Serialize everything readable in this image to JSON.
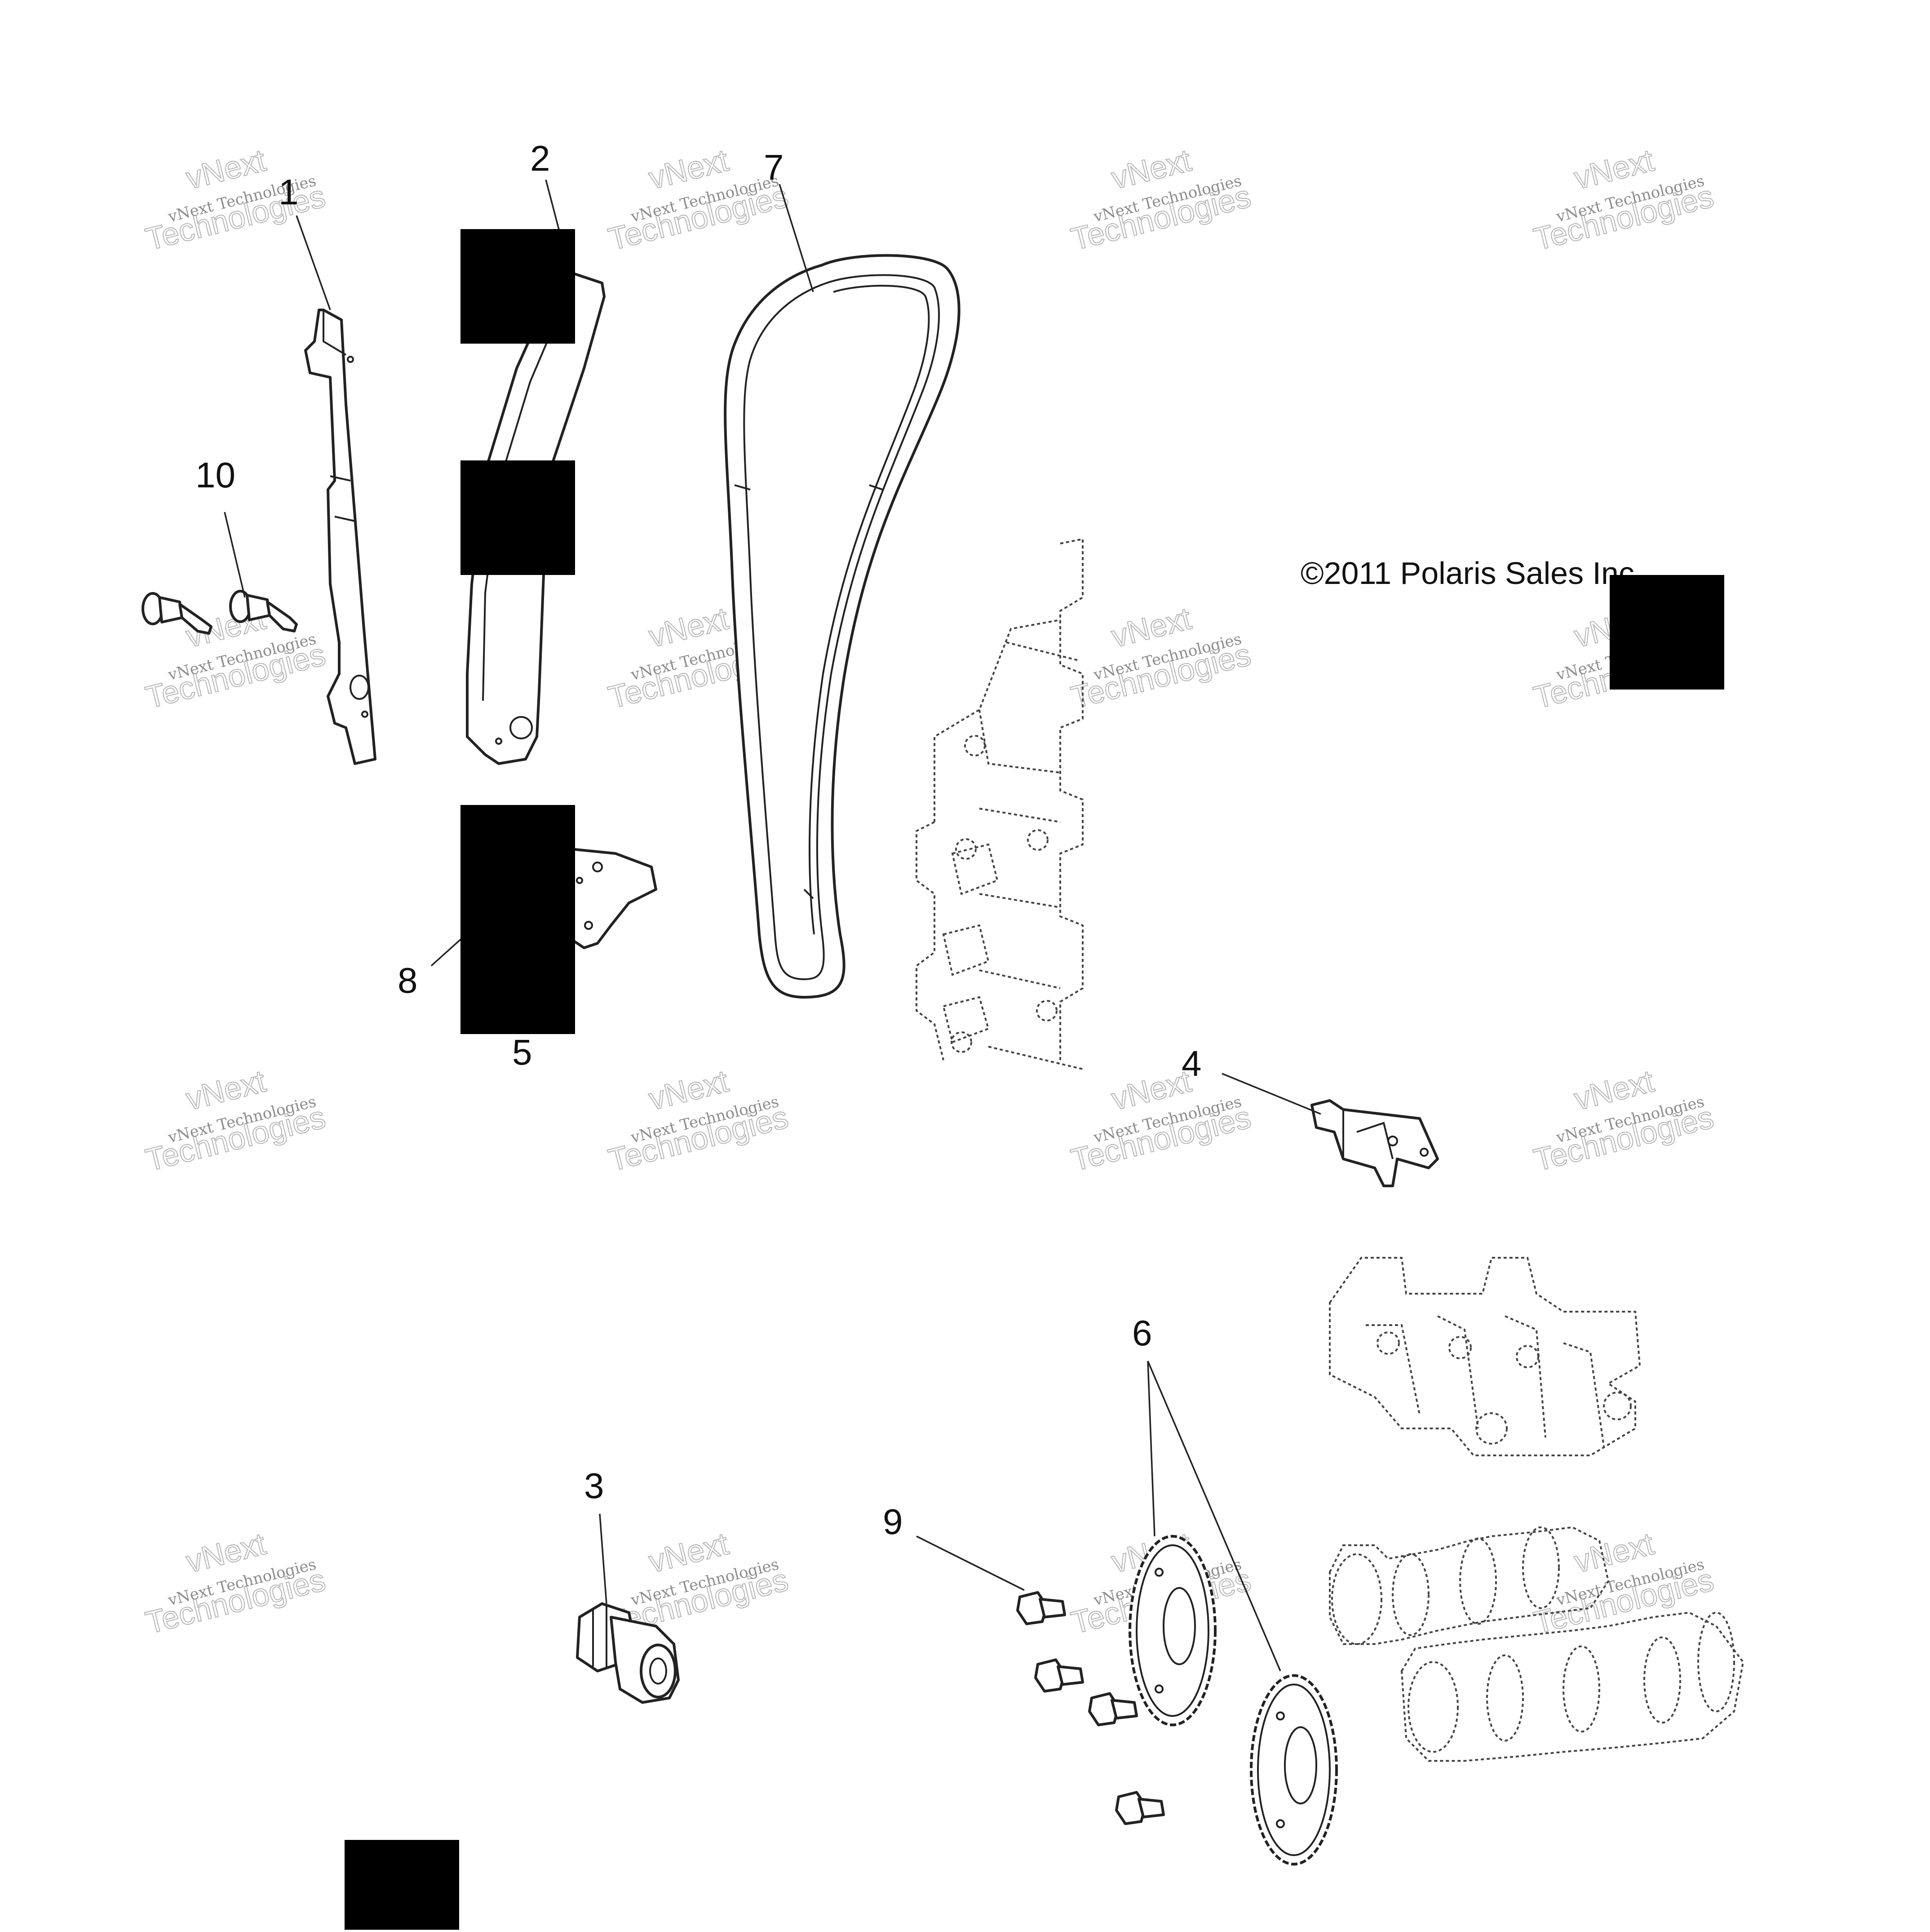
{
  "diagram": {
    "copyright": "©2011 Polaris Sales Inc.",
    "watermark_line1": "vNext Technologies",
    "watermark_line2": "Technologies",
    "watermark_arc": "vNext",
    "callouts": {
      "c1": "1",
      "c2": "2",
      "c3": "3",
      "c4": "4",
      "c5": "5",
      "c6": "6",
      "c7": "7",
      "c8": "8",
      "c9": "9",
      "c10": "10"
    },
    "redaction_color": "#000000"
  }
}
